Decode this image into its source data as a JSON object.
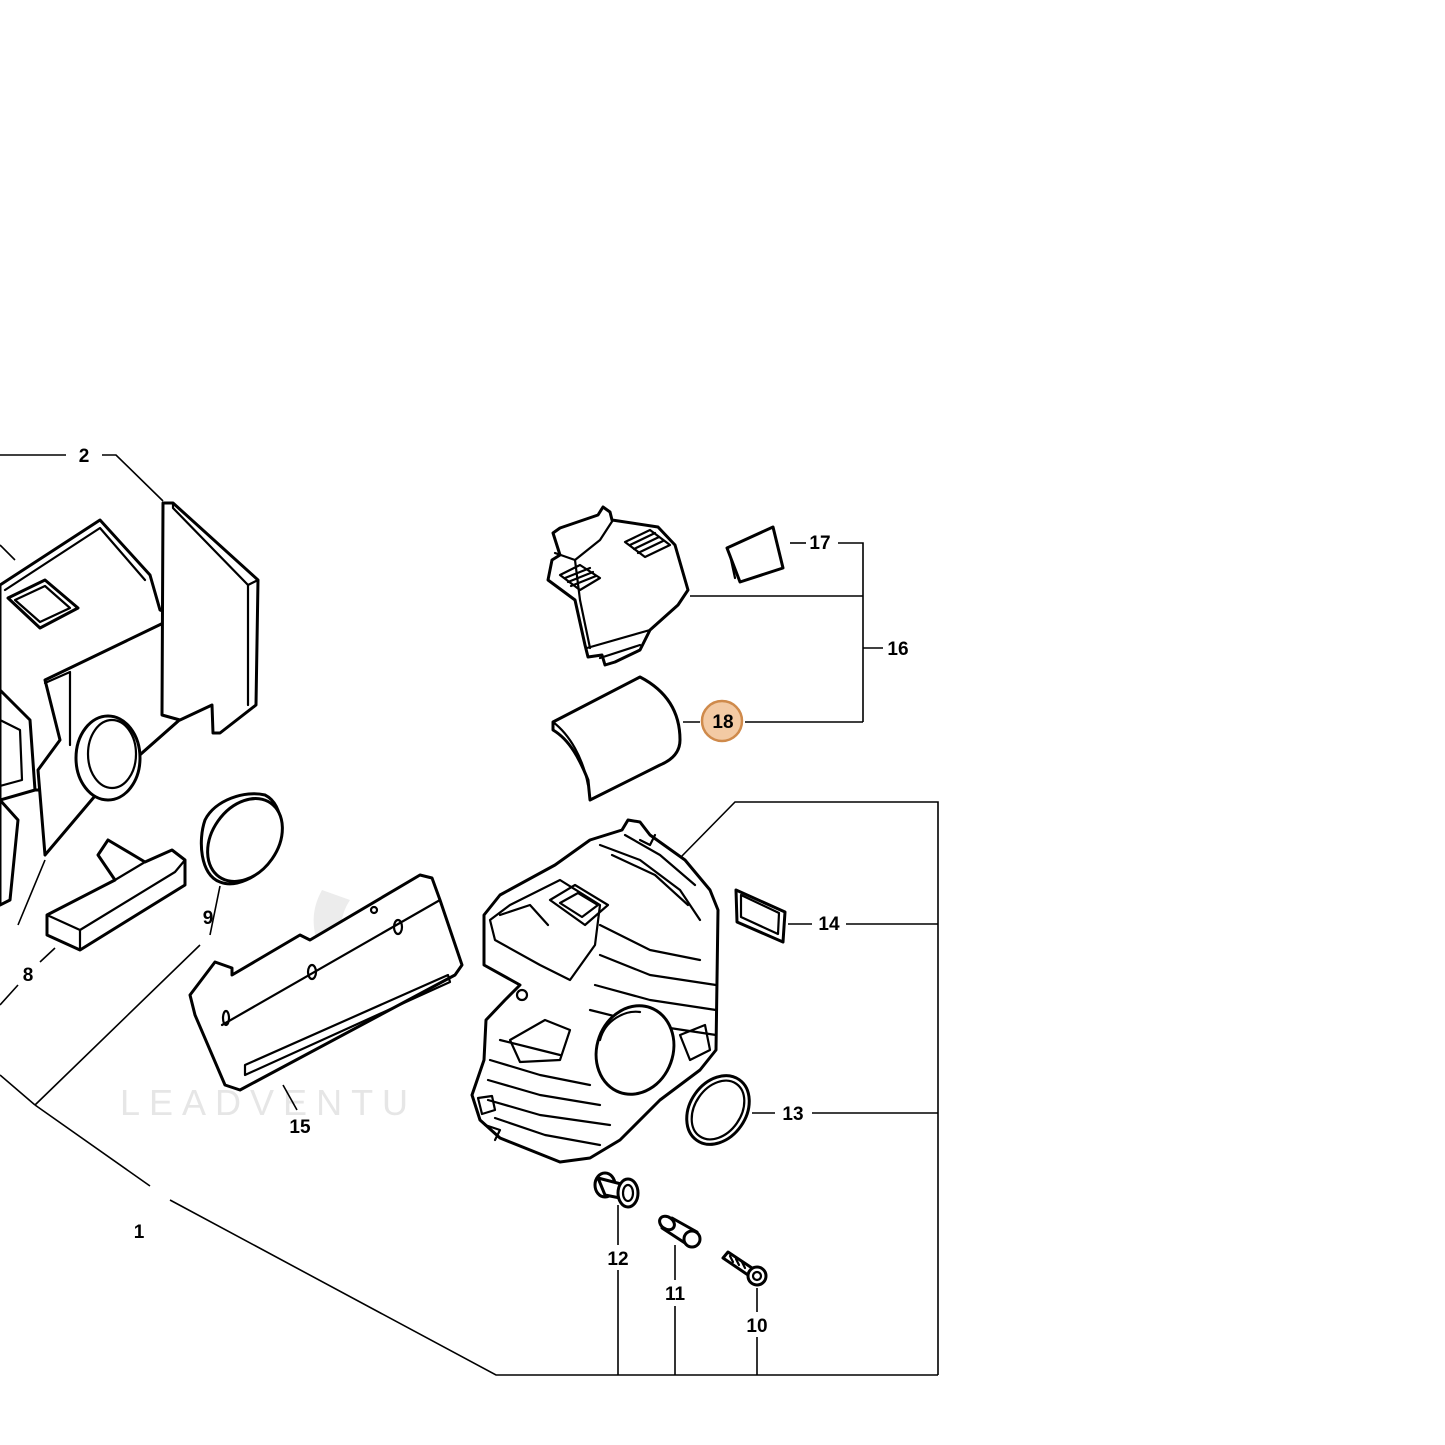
{
  "watermark": {
    "text": "LEADVENTU"
  },
  "highlight": {
    "callout": "18",
    "fill": "#f3caa4",
    "stroke": "#cf8a4b"
  },
  "callouts": {
    "c1": "1",
    "c2": "2",
    "c8": "8",
    "c9": "9",
    "c10": "10",
    "c11": "11",
    "c12": "12",
    "c13": "13",
    "c14": "14",
    "c15": "15",
    "c16": "16",
    "c17": "17",
    "c18": "18"
  }
}
